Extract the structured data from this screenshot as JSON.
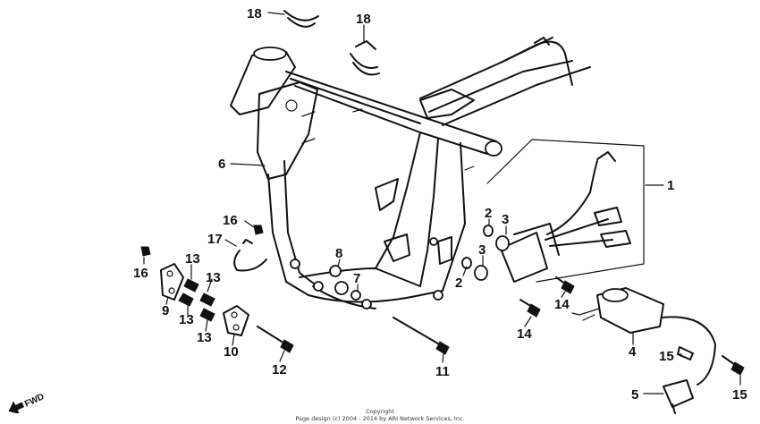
{
  "diagram": {
    "callouts": [
      {
        "id": "c18a",
        "label": "18"
      },
      {
        "id": "c18b",
        "label": "18"
      },
      {
        "id": "c6",
        "label": "6"
      },
      {
        "id": "c1",
        "label": "1"
      },
      {
        "id": "c2a",
        "label": "2"
      },
      {
        "id": "c3a",
        "label": "3"
      },
      {
        "id": "c3b",
        "label": "3"
      },
      {
        "id": "c2b",
        "label": "2"
      },
      {
        "id": "c16a",
        "label": "16"
      },
      {
        "id": "c17",
        "label": "17"
      },
      {
        "id": "c16b",
        "label": "16"
      },
      {
        "id": "c13a",
        "label": "13"
      },
      {
        "id": "c13b",
        "label": "13"
      },
      {
        "id": "c9",
        "label": "9"
      },
      {
        "id": "c13c",
        "label": "13"
      },
      {
        "id": "c13d",
        "label": "13"
      },
      {
        "id": "c10",
        "label": "10"
      },
      {
        "id": "c8",
        "label": "8"
      },
      {
        "id": "c7",
        "label": "7"
      },
      {
        "id": "c12",
        "label": "12"
      },
      {
        "id": "c11",
        "label": "11"
      },
      {
        "id": "c14a",
        "label": "14"
      },
      {
        "id": "c14b",
        "label": "14"
      },
      {
        "id": "c4",
        "label": "4"
      },
      {
        "id": "c15a",
        "label": "15"
      },
      {
        "id": "c15b",
        "label": "15"
      },
      {
        "id": "c5",
        "label": "5"
      }
    ],
    "direction_label": "FWD"
  },
  "footer": {
    "line1": "Copyright",
    "line2": "Page design (c) 2004 - 2014 by ARI Network Services, Inc."
  }
}
